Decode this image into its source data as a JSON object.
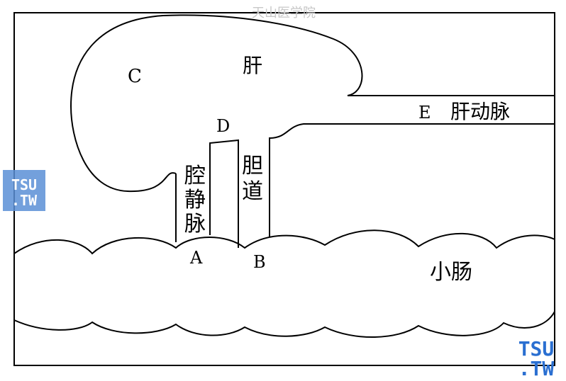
{
  "watermark": "天山医学院",
  "labels": {
    "liver": "肝",
    "c": "C",
    "d": "D",
    "e": "E",
    "hepatic_artery": "肝动脉",
    "portal_vein_1": "腔",
    "portal_vein_2": "静",
    "portal_vein_3": "脉",
    "bile_duct_1": "胆",
    "bile_duct_2": "道",
    "a": "A",
    "b": "B",
    "small_intestine": "小肠"
  },
  "logo": {
    "line1": "TSU",
    "line2": ".TW"
  },
  "colors": {
    "stroke": "#000000",
    "logo_bg": "#5b8fd6",
    "logo_fg": "#2a6fd1",
    "watermark": "#c8c8c8"
  }
}
